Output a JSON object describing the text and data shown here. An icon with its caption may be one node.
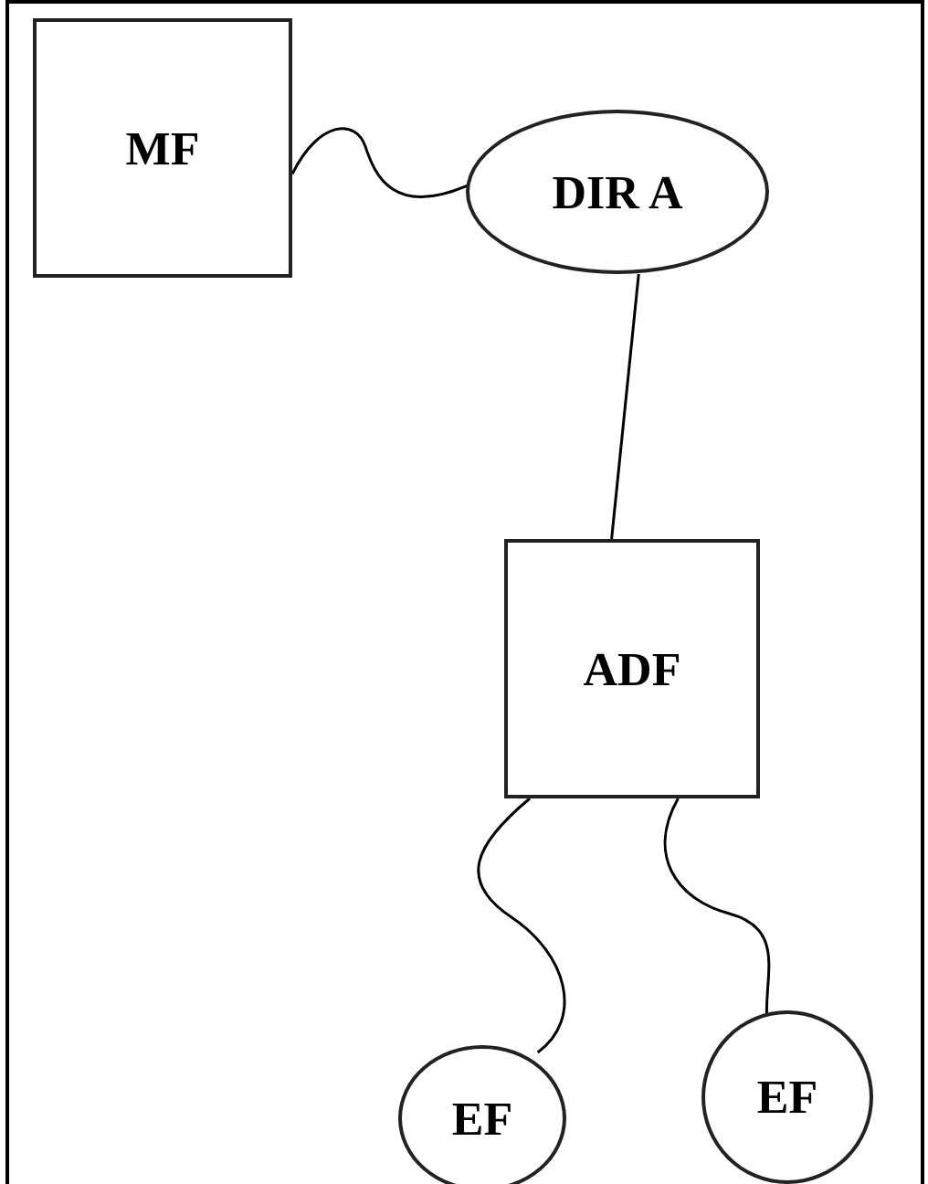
{
  "diagram": {
    "nodes": [
      {
        "text": [
          "MF"
        ]
      },
      {
        "text": [
          "DIR A"
        ]
      },
      {
        "text": [
          "ADF"
        ]
      },
      {
        "text": [
          "EF"
        ]
      },
      {
        "text": [
          "EF"
        ]
      }
    ],
    "edges": [
      {
        "from": 0,
        "to": 1,
        "arrow": "none"
      },
      {
        "from": 1,
        "to": 2,
        "arrow": "none"
      },
      {
        "from": 2,
        "to": 3,
        "arrow": "none"
      },
      {
        "from": 2,
        "to": 4,
        "arrow": "none"
      }
    ]
  }
}
